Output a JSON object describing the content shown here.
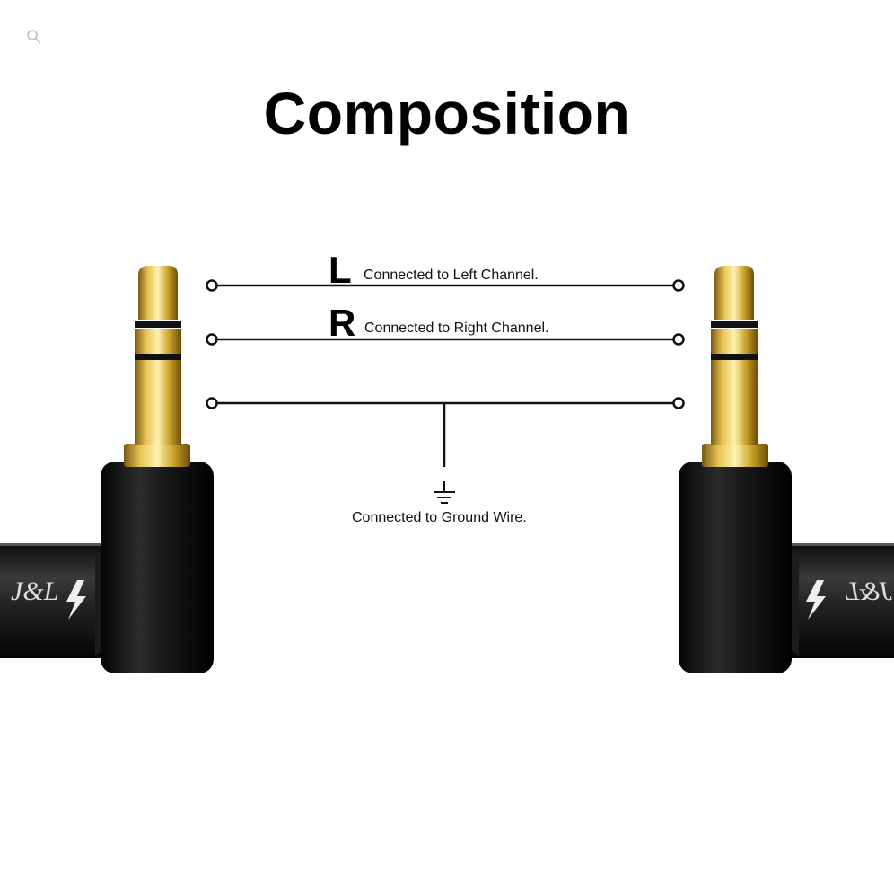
{
  "title": "Composition",
  "lines": [
    {
      "letter": "L",
      "caption": "Connected to Left Channel."
    },
    {
      "letter": "R",
      "caption": "Connected to Right Channel."
    },
    {
      "letter": "",
      "caption": ""
    }
  ],
  "ground_caption": "Connected to Ground Wire.",
  "brand_mark": "J&L",
  "colors": {
    "gold": "#c9a227",
    "plug_body": "#111111",
    "cable": "#2a2a2a",
    "line": "#111111"
  },
  "icons": [
    "zoom-icon",
    "ground-symbol-icon",
    "lightning-icon"
  ]
}
